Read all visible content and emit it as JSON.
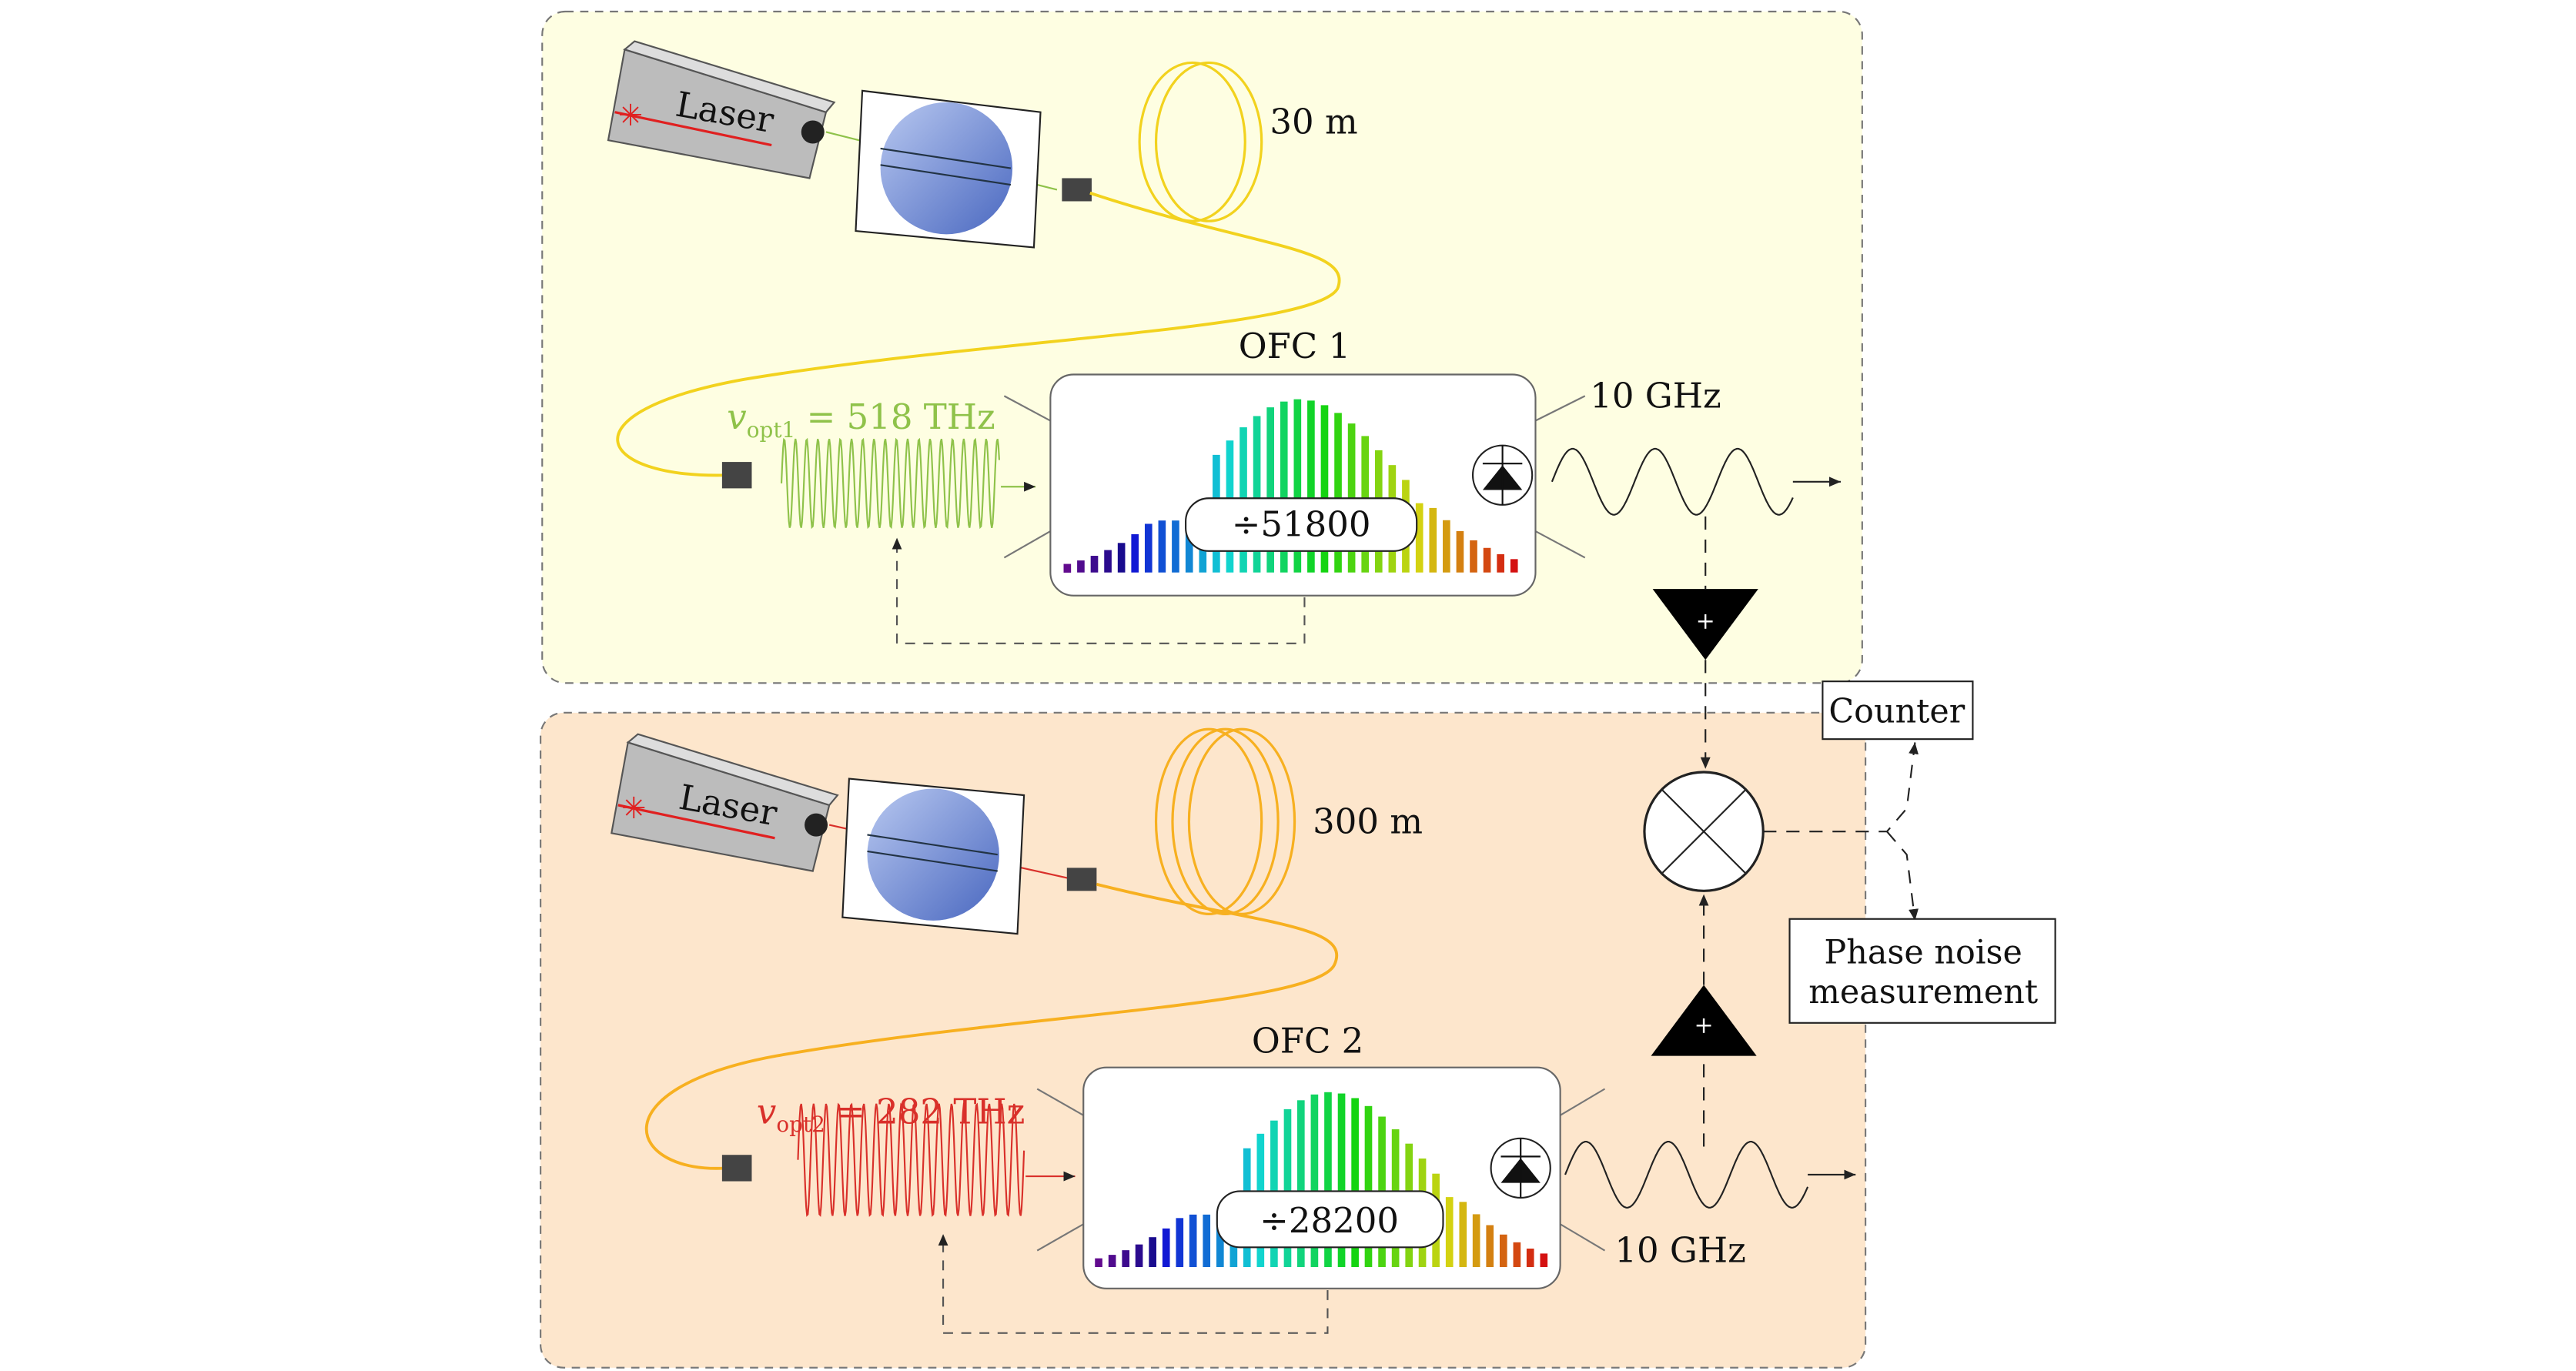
{
  "top": {
    "laser_label": "Laser",
    "fiber_length": "30 m",
    "comb_title": "OFC 1",
    "rf_label": "10 GHz",
    "optical_freq": "v",
    "optical_freq_sub": "opt1",
    "optical_freq_value": " = 518 THz",
    "divider": "÷51800",
    "wave_color": "#8fc24a",
    "fiber_color": "#f2d21e"
  },
  "bottom": {
    "laser_label": "Laser",
    "fiber_length": "300 m",
    "comb_title": "OFC 2",
    "rf_label": "10 GHz",
    "optical_freq": "v",
    "optical_freq_sub": "opt2",
    "optical_freq_value": " = 282 THz",
    "divider": "÷28200",
    "wave_color": "#d9302a",
    "fiber_color": "#f7b020"
  },
  "amplifier_symbol": "+",
  "counter_label": "Counter",
  "phase_noise_line1": "Phase noise",
  "phase_noise_line2": "measurement",
  "colors": {
    "top_panel": "#fefee2",
    "bottom_panel": "#fde6cc"
  }
}
